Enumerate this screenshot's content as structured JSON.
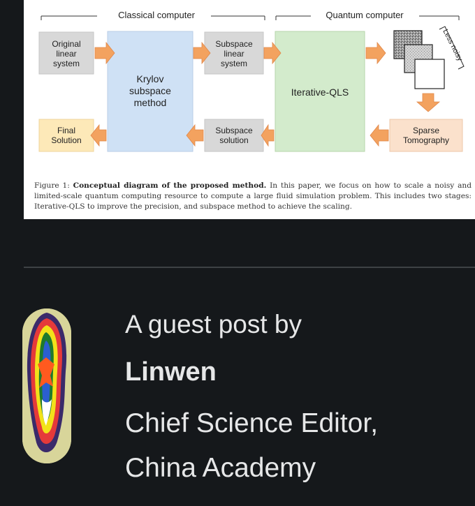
{
  "figure": {
    "left_section": "Classical computer",
    "right_section": "Quantum computer",
    "boxes": {
      "original": [
        "Original",
        "linear",
        "system"
      ],
      "krylov": [
        "Krylov",
        "subspace",
        "method"
      ],
      "subspace_linear": [
        "Subspace",
        "linear",
        "system"
      ],
      "iterative": "Iterative-QLS",
      "final": [
        "Final",
        "Solution"
      ],
      "subspace_solution": [
        "Subspace",
        "solution"
      ],
      "tomography": [
        "Sparse",
        "Tomography"
      ]
    },
    "less_noisy": "Less noisy",
    "caption": {
      "label": "Figure 1:",
      "bold": "Conceptual diagram of the proposed method.",
      "text": "In this paper, we focus on how to scale a noisy and limited-scale quantum computing resource to compute a large fluid simulation problem. This includes two stages: Iterative-QLS to improve the precision, and subspace method to achieve the scaling."
    }
  },
  "post": {
    "byline": "A guest post by",
    "author": "Linwen",
    "role_line1": "Chief Science Editor,",
    "role_line2": "China Academy"
  }
}
